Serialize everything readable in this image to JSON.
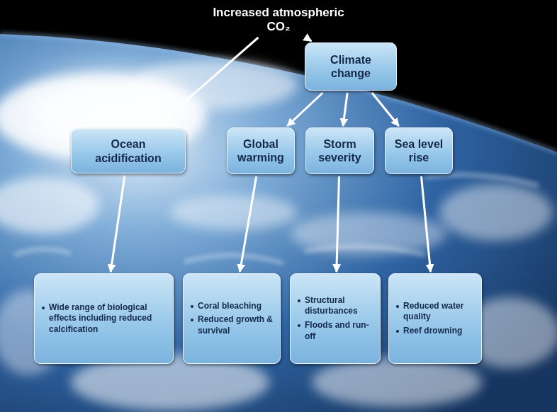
{
  "diagram": {
    "nodes": [
      {
        "text": [
          "Increased atmospheric CO₂"
        ]
      },
      {
        "text": [
          "Climate change"
        ]
      },
      {
        "text": [
          "Ocean acidification"
        ]
      },
      {
        "text": [
          "Global warming"
        ]
      },
      {
        "text": [
          "Storm severity"
        ]
      },
      {
        "text": [
          "Sea level rise"
        ]
      },
      {
        "text": [
          "Wide range of biological effects including reduced calcification"
        ]
      },
      {
        "text": [
          "Coral bleaching",
          "Reduced growth & survival"
        ]
      },
      {
        "text": [
          "Structural disturbances",
          "Floods and run-off"
        ]
      },
      {
        "text": [
          "Reduced water quality",
          "Reef drowning"
        ]
      }
    ],
    "edges": [
      {
        "from": 0,
        "to": 2,
        "arrow": "to"
      },
      {
        "from": 0,
        "to": 1,
        "arrow": "to"
      },
      {
        "from": 1,
        "to": 3,
        "arrow": "to"
      },
      {
        "from": 1,
        "to": 4,
        "arrow": "to"
      },
      {
        "from": 1,
        "to": 5,
        "arrow": "to"
      },
      {
        "from": 2,
        "to": 6,
        "arrow": "to"
      },
      {
        "from": 3,
        "to": 7,
        "arrow": "to"
      },
      {
        "from": 4,
        "to": 8,
        "arrow": "to"
      },
      {
        "from": 5,
        "to": 9,
        "arrow": "to"
      }
    ]
  }
}
